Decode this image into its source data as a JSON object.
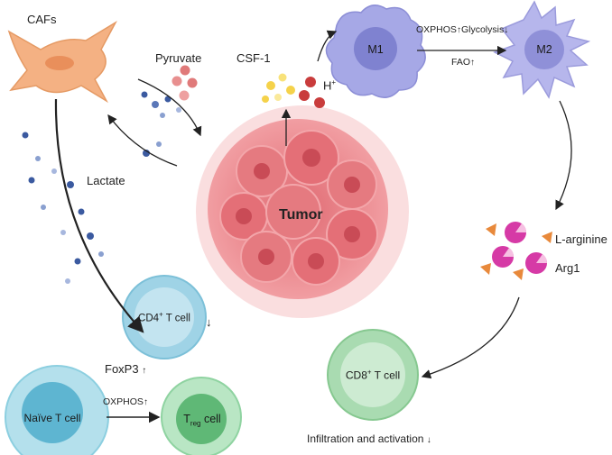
{
  "title": "Tumor",
  "labels": {
    "cafs": "CAFs",
    "pyruvate": "Pyruvate",
    "lactate": "Lactate",
    "csf1": "CSF-1",
    "h_plus_base": "H",
    "h_plus_sup": "+",
    "m1": "M1",
    "m2": "M2",
    "oxphos_m2": "OXPHOS",
    "glycolysis": "Glycolysis",
    "fao": "FAO",
    "l_arginine": "L-arginine",
    "arg1": "Arg1",
    "cd4_base": "CD4",
    "cd4_sup": "+",
    "cd4_rest": " T cell",
    "cd8_base": "CD8",
    "cd8_sup": "+",
    "cd8_rest": " T cell",
    "naive": "Naïve T cell",
    "treg_base": "T",
    "treg_sub": "reg",
    "treg_rest": " cell",
    "foxp3": "FoxP3",
    "oxphos_treg": "OXPHOS",
    "infiltration": "Infiltration and activation"
  },
  "arrows": {
    "up": "↑",
    "down": "↓"
  },
  "colors": {
    "caf": "#f4b183",
    "tumor": "#ef8a8f",
    "macrophage": "#a6a8e6",
    "cd4": "#9fd3e6",
    "cd8": "#a9dbb1",
    "naive": "#8ccfe0",
    "treg": "#8fd3a1",
    "lactate_dot": "#3b5aa0",
    "pyruvate_dot": "#e07a7a",
    "csf1_dot": "#f5d24a",
    "arg1": "#d63aa6",
    "arginine": "#e8893b"
  }
}
